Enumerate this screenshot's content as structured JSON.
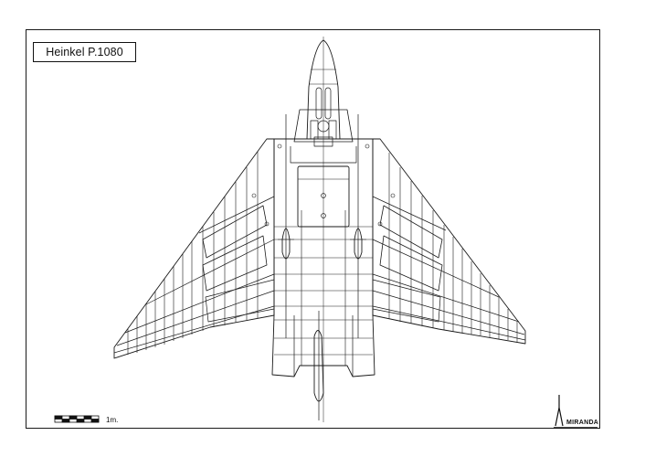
{
  "drawing": {
    "title": "Heinkel P.1080",
    "scale_label": "1m.",
    "logo_text": "MIRANDA",
    "line_color": "#1a1a1a",
    "paper_color": "#ffffff"
  }
}
